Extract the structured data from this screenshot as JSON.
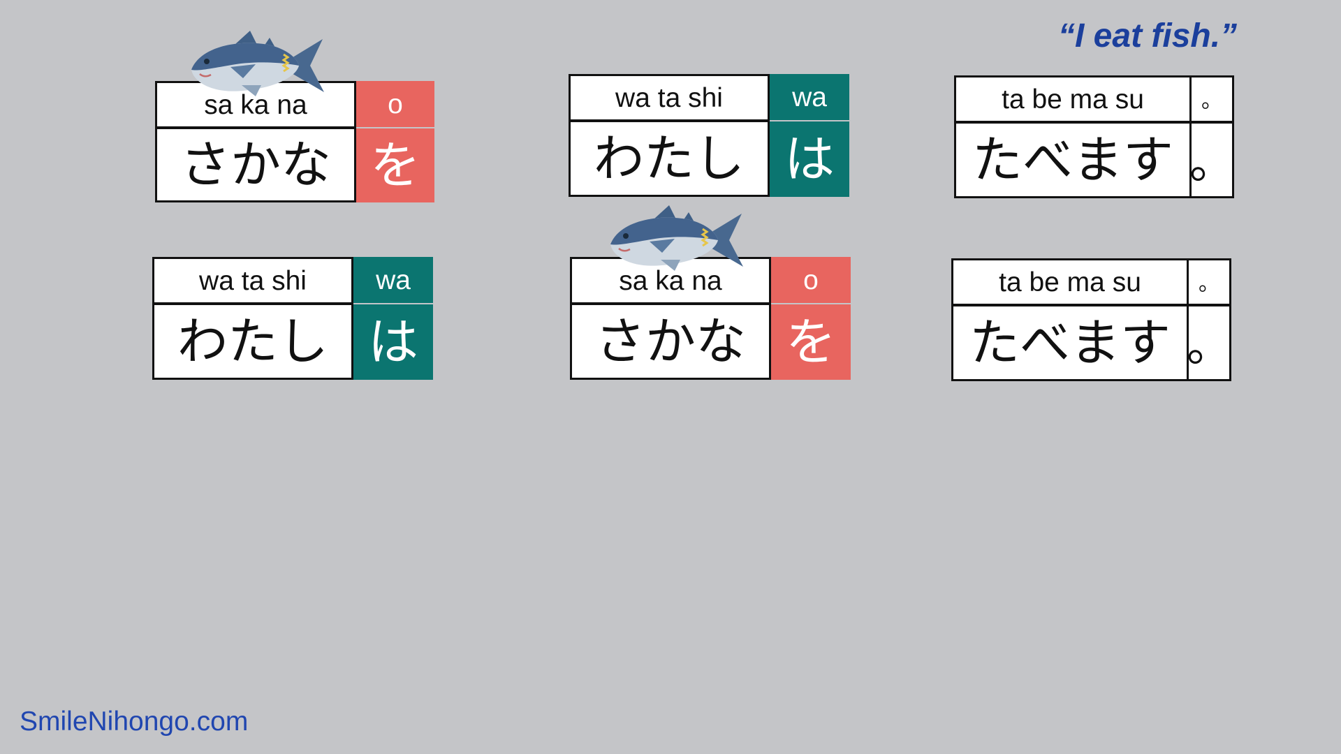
{
  "title": "“I eat fish.”",
  "footer": "SmileNihongo.com",
  "colors": {
    "o_particle": "#e8655f",
    "wa_particle": "#0b7570",
    "brand": "#1b3f9c"
  },
  "cards": [
    {
      "romaji": "sa ka na",
      "kana": "さかな",
      "p_romaji": "o",
      "p_kana": "を"
    },
    {
      "romaji": "wa ta shi",
      "kana": "わたし",
      "p_romaji": "wa",
      "p_kana": "は"
    },
    {
      "romaji": "ta be ma su",
      "kana": "たべます",
      "p_romaji": "。",
      "p_kana": "。"
    },
    {
      "romaji": "wa ta shi",
      "kana": "わたし",
      "p_romaji": "wa",
      "p_kana": "は"
    },
    {
      "romaji": "sa ka na",
      "kana": "さかな",
      "p_romaji": "o",
      "p_kana": "を"
    },
    {
      "romaji": "ta be ma su",
      "kana": "たべます",
      "p_romaji": "。",
      "p_kana": "。"
    }
  ],
  "icons": [
    "tuna-fish-icon"
  ]
}
